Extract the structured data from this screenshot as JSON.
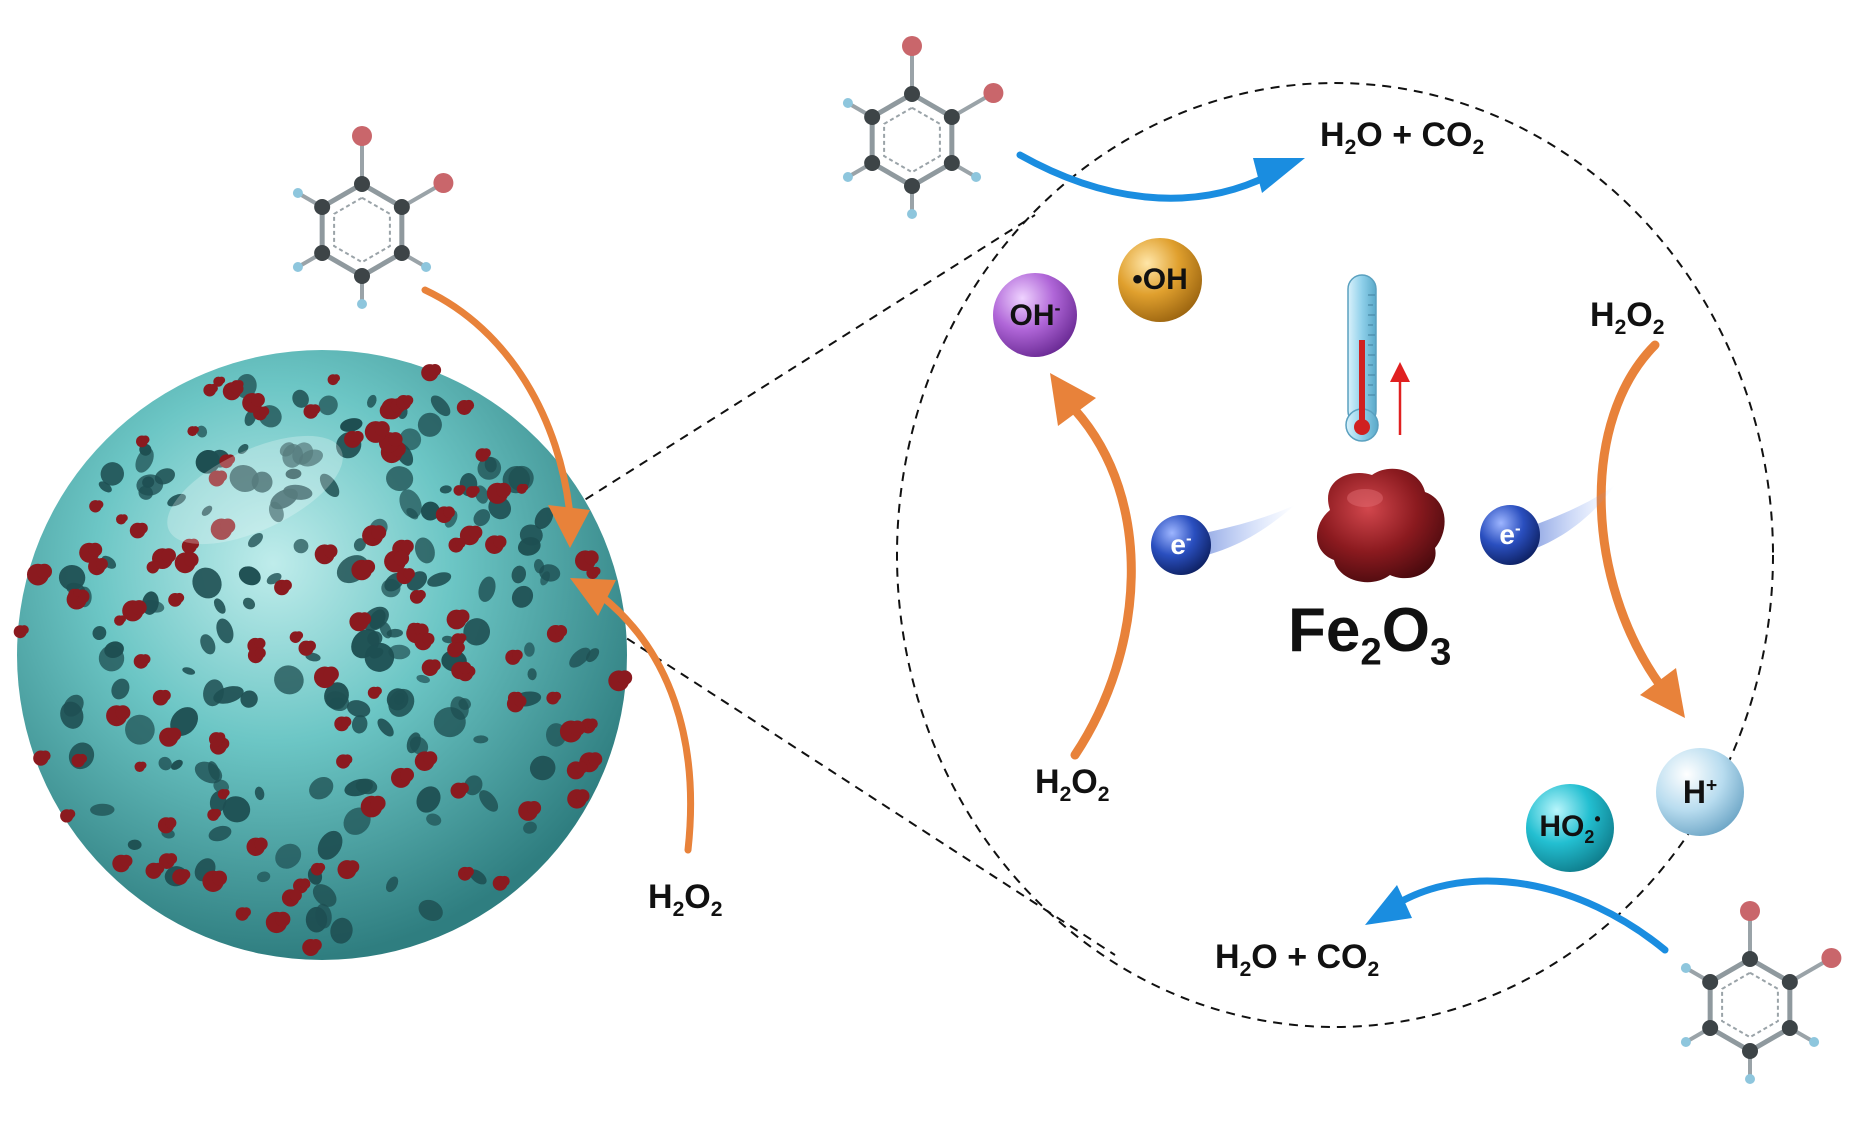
{
  "figure": {
    "colors": {
      "sphere": "#6cc6c5",
      "sphere_dark": "#1e4f52",
      "particle": "#8b1a1f",
      "orange_arrow": "#e8823a",
      "blue_arrow": "#1a8de0",
      "atom_carbon": "#3d4447",
      "atom_bromine": "#c9666b",
      "atom_hydrogen": "#8ec6dd"
    },
    "labels": {
      "h2o2_left": {
        "main": "H",
        "s1": "2",
        "mid": "O",
        "s2": "2"
      },
      "h2o2_right": {
        "main": "H",
        "s1": "2",
        "mid": "O",
        "s2": "2"
      },
      "h2o2_inner": {
        "main": "H",
        "s1": "2",
        "mid": "O",
        "s2": "2"
      },
      "h2o_co2_top": {
        "pre": "H",
        "s1": "2",
        "mid": "O + CO",
        "s2": "2"
      },
      "h2o_co2_bottom": {
        "pre": "H",
        "s1": "2",
        "mid": "O + CO",
        "s2": "2"
      },
      "fe2o3": {
        "pre": "Fe",
        "s1": "2",
        "mid": "O",
        "s2": "3"
      }
    },
    "species": {
      "oh_minus": {
        "base": "OH",
        "sup": "-",
        "color": "#b066d8"
      },
      "oh_radical": {
        "dot": "•",
        "base": "OH",
        "color": "#e0a02e"
      },
      "e_left": {
        "base": "e",
        "sup": "-",
        "color": "#1e3f9e"
      },
      "e_right": {
        "base": "e",
        "sup": "-",
        "color": "#1e3f9e"
      },
      "h_plus": {
        "base": "H",
        "sup": "+",
        "color": "#b8dcef"
      },
      "ho2_radical": {
        "base": "HO",
        "sub": "2",
        "sup": "•",
        "color": "#23bfd1"
      }
    }
  }
}
